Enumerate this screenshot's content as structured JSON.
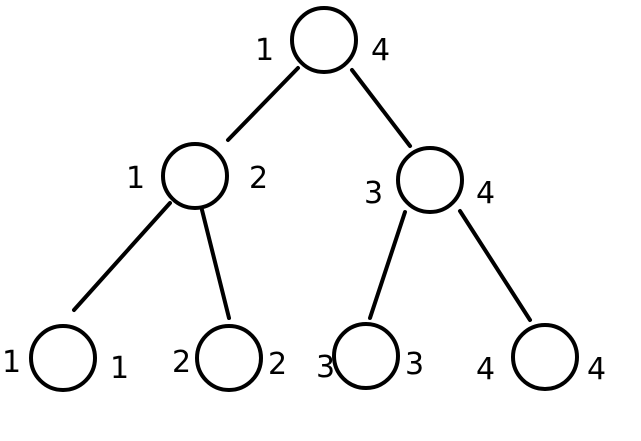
{
  "tree": {
    "nodes": [
      {
        "id": "root",
        "left": "1",
        "right": "4"
      },
      {
        "id": "n12",
        "left": "1",
        "right": "2"
      },
      {
        "id": "n34",
        "left": "3",
        "right": "4"
      },
      {
        "id": "leaf1",
        "left": "1",
        "right": "1"
      },
      {
        "id": "leaf2",
        "left": "2",
        "right": "2"
      },
      {
        "id": "leaf3",
        "left": "3",
        "right": "3"
      },
      {
        "id": "leaf4",
        "left": "4",
        "right": "4"
      }
    ],
    "edges": [
      {
        "from": "root",
        "to": "n12"
      },
      {
        "from": "root",
        "to": "n34"
      },
      {
        "from": "n12",
        "to": "leaf1"
      },
      {
        "from": "n12",
        "to": "leaf2"
      },
      {
        "from": "n34",
        "to": "leaf3"
      },
      {
        "from": "n34",
        "to": "leaf4"
      }
    ]
  }
}
